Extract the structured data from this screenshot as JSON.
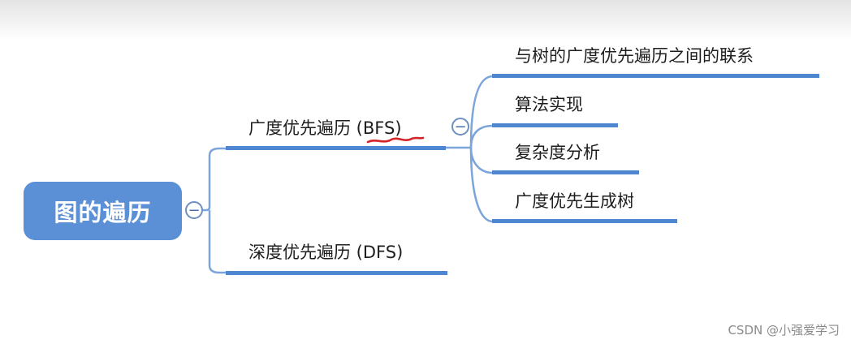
{
  "mindmap": {
    "root": {
      "label": "图的遍历"
    },
    "branches": [
      {
        "label": "广度优先遍历 (BFS)",
        "children": [
          {
            "label": "与树的广度优先遍历之间的联系"
          },
          {
            "label": "算法实现"
          },
          {
            "label": "复杂度分析"
          },
          {
            "label": "广度优先生成树"
          }
        ]
      },
      {
        "label": "深度优先遍历 (DFS)",
        "children": []
      }
    ]
  },
  "collapse_glyph": "−",
  "watermark": "CSDN @小强爱学习",
  "colors": {
    "root_fill": "#5b8fd6",
    "connector": "#7aa4da",
    "underline": "#4f86d2",
    "annotation": "#d3262b"
  }
}
